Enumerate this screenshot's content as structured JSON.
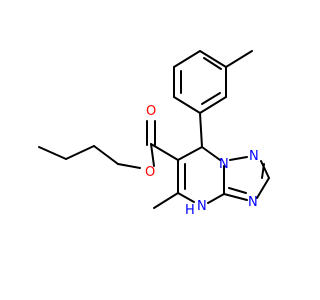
{
  "colors": {
    "background": "#ffffff",
    "bond": "#000000",
    "oxygen": "#ff0000",
    "nitrogen": "#0000ff"
  },
  "atom_labels": {
    "ester_oxygen": "O",
    "carbonyl_oxygen": "O",
    "n_triazole_1": "N",
    "n_triazole_2": "N",
    "n_triazole_3": "N",
    "nh_n": "N",
    "nh_h": "H"
  }
}
